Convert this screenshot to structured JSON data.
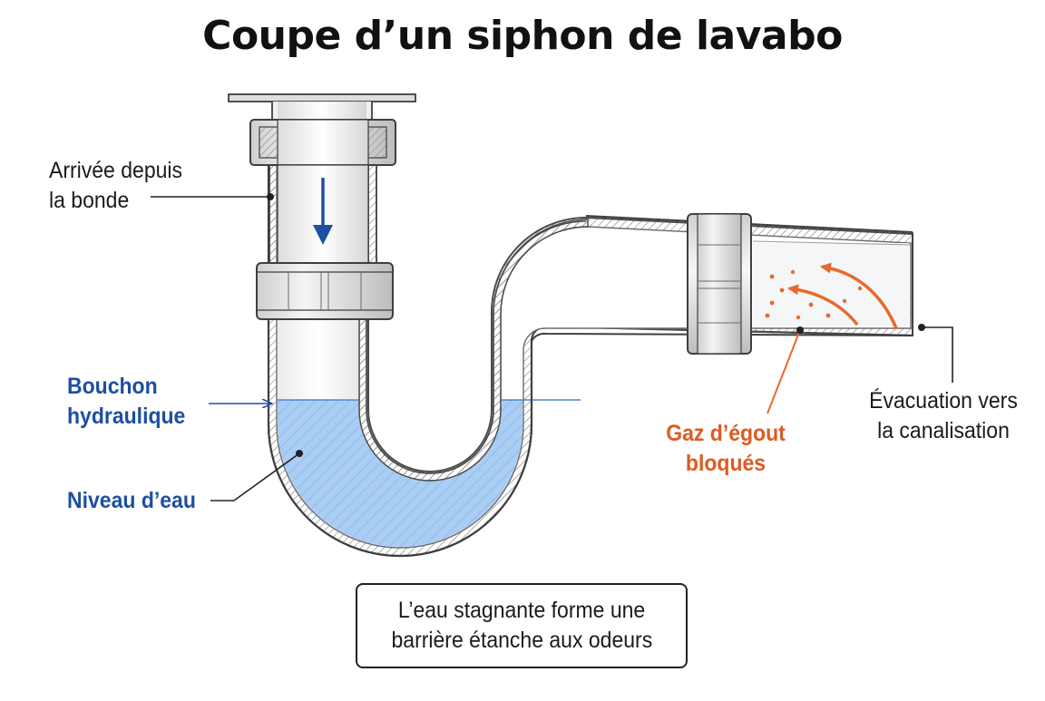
{
  "title": "Coupe d’un siphon de lavabo",
  "labels": {
    "inlet": [
      "Arrivée depuis",
      "la bonde"
    ],
    "seal": [
      "Bouchon",
      "hydraulique"
    ],
    "water_level": "Niveau d’eau",
    "gas": [
      "Gaz d’égout",
      "bloqués"
    ],
    "outlet": [
      "Évacuation vers",
      "la canalisation"
    ]
  },
  "note": [
    "L’eau stagnante forme une",
    "barrière étanche aux odeurs"
  ],
  "colors": {
    "pipe_stroke": "#5a5a5a",
    "water": "#a9cdf3",
    "water_hatch": "#7aa8dc",
    "label_blue": "#1e4fa0",
    "gas_orange": "#e8692b",
    "flow_arrow": "#1e4fa0"
  },
  "icons": {
    "flow": "down-arrow-icon",
    "gas": "curved-arrow-icon"
  }
}
